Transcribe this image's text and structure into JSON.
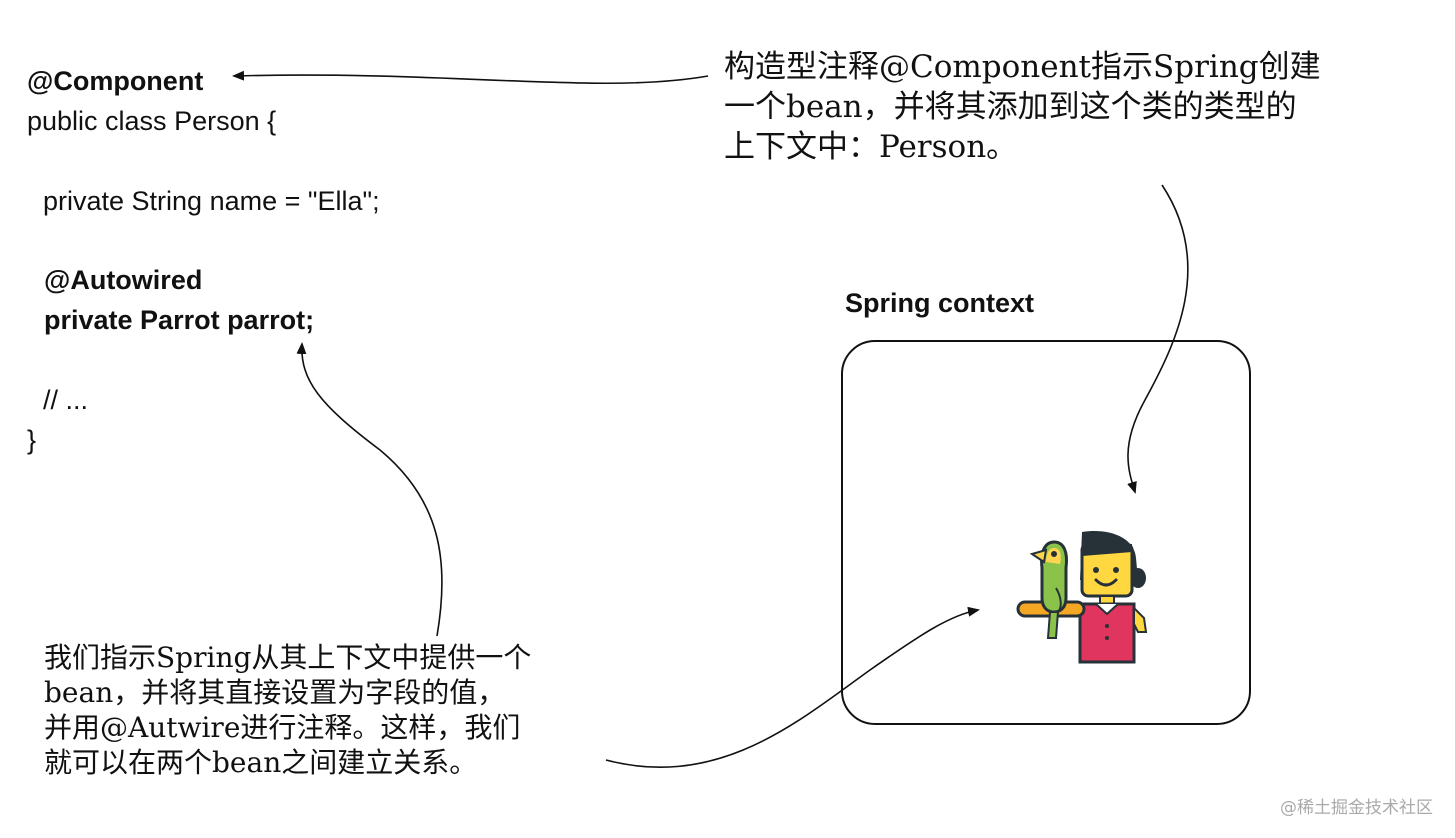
{
  "code": {
    "lines": [
      "@Component",
      "public class Person {",
      "private String name = \"Ella\";",
      "@Autowired",
      "private Parrot parrot;",
      "// ...",
      "}"
    ]
  },
  "annotations": {
    "top": [
      "构造型注释@Component指示Spring创建",
      "一个bean，并将其添加到这个类的类型的",
      "上下文中：Person。"
    ],
    "bottom": [
      "我们指示Spring从其上下文中提供一个",
      "bean，并将其直接设置为字段的值，",
      "并用@Autwire进行注释。这样，我们",
      "就可以在两个bean之间建立关系。"
    ]
  },
  "context": {
    "title": "Spring context"
  },
  "watermark": "@稀土掘金技术社区",
  "colors": {
    "text": "#111111",
    "parrot_green": "#8bc34a",
    "parrot_yellow": "#ffd54f",
    "shirt_red": "#e0355e",
    "skin": "#ffd740",
    "perch_orange": "#f5a623"
  }
}
